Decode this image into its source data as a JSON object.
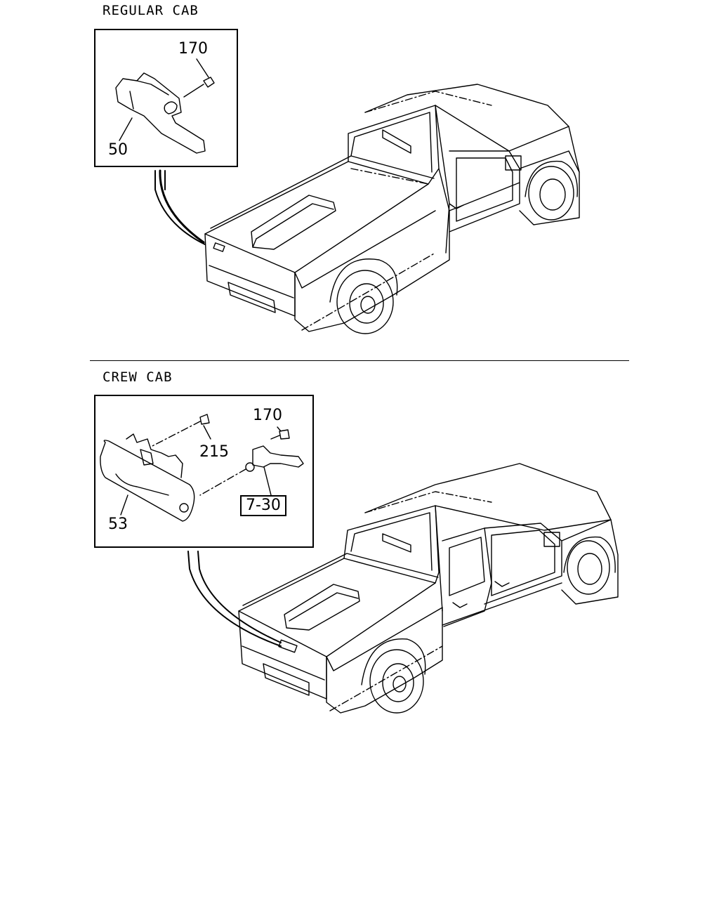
{
  "sections": [
    {
      "title": "REGULAR CAB",
      "callouts": {
        "bolt": "170",
        "handle": "50"
      }
    },
    {
      "title": "CREW CAB",
      "callouts": {
        "bolt": "170",
        "screw": "215",
        "handle": "53",
        "ref": "7-30"
      }
    }
  ]
}
